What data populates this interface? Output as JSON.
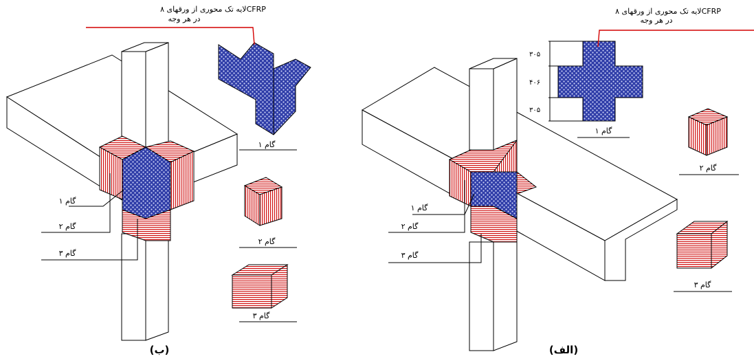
{
  "colors": {
    "line": "#000000",
    "leader": "#d40000",
    "cfrp_blue": "#2f3da8",
    "cfrp_red": "#d01010"
  },
  "panel_b": {
    "caption": "(ب)",
    "note_line1": "۸ لایه تک محوری از ورقهایCFRP",
    "note_line2": "در هر وجه",
    "step1": "گام ۱",
    "step2": "گام ۲",
    "step3": "گام ۳",
    "callout1": "گام ۱",
    "callout2": "گام ۲",
    "callout3": "گام ۳"
  },
  "panel_a": {
    "caption": "(الف)",
    "note_line1": "۸ لایه تک محوری از ورقهایCFRP",
    "note_line2": "در هر وجه",
    "dims": [
      "۳۰۵",
      "۴۰۶",
      "۳۰۵"
    ],
    "step1": "گام ۱",
    "step2": "گام ۲",
    "step3": "گام ۳",
    "callout1": "گام ۱",
    "callout2": "گام ۲",
    "callout3": "گام ۳"
  }
}
